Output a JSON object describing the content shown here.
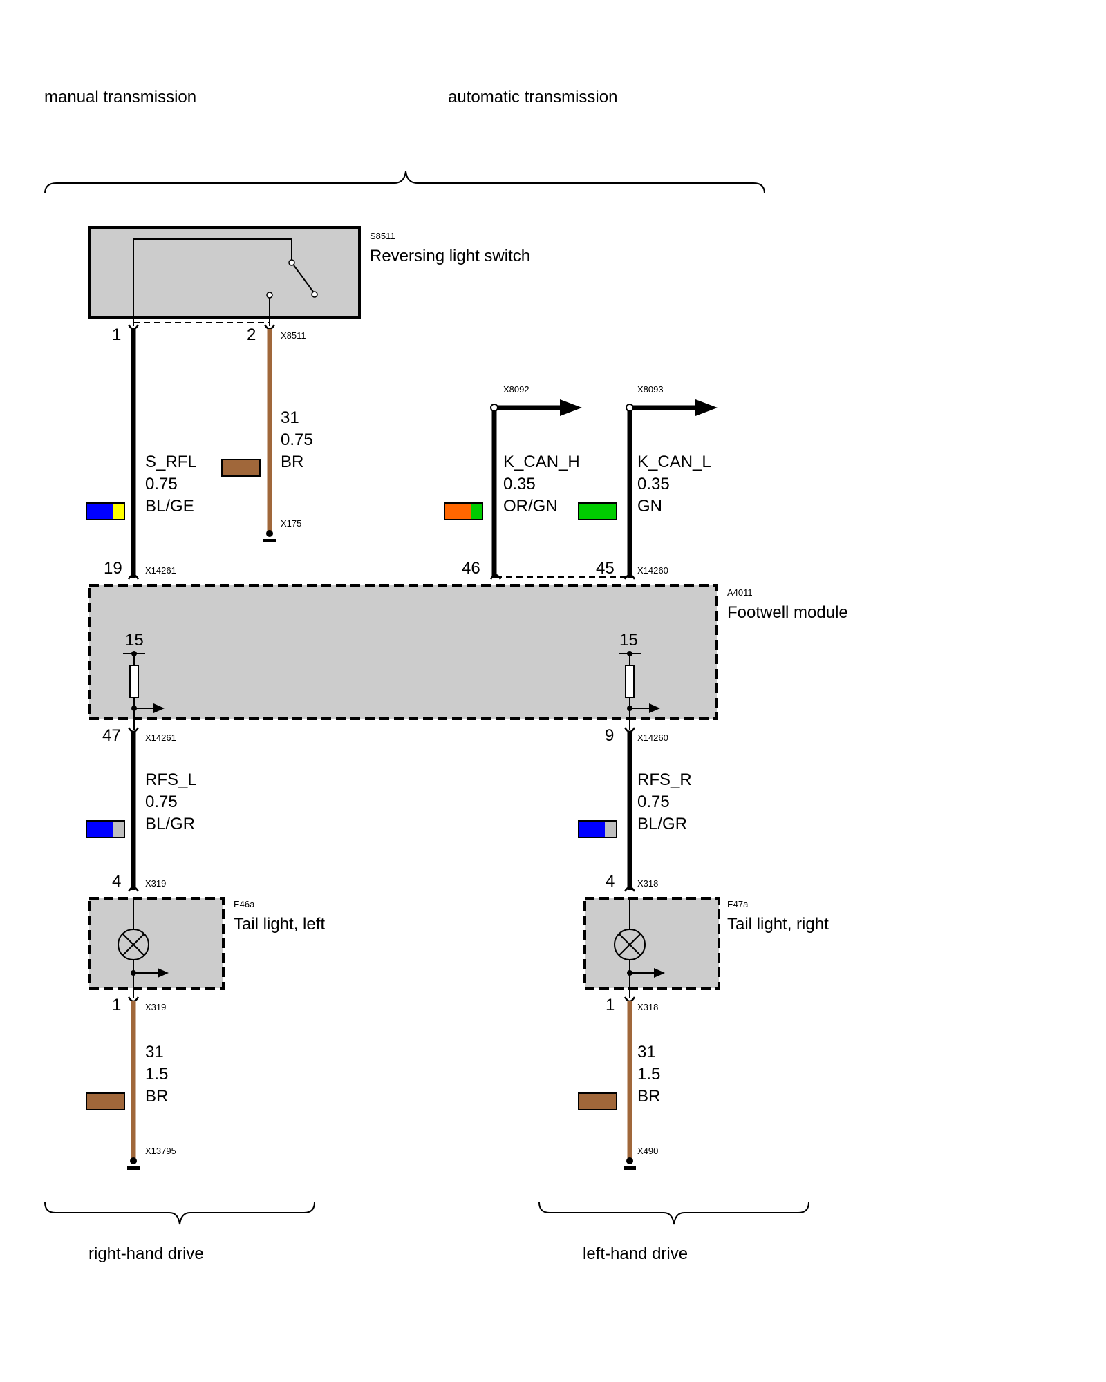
{
  "headers": {
    "manual": "manual transmission",
    "automatic": "automatic transmission",
    "right_hand": "right-hand drive",
    "left_hand": "left-hand drive"
  },
  "components": {
    "switch": {
      "id": "S8511",
      "name": "Reversing light switch"
    },
    "footwell": {
      "id": "A4011",
      "name": "Footwell module"
    },
    "tail_left": {
      "id": "E46a",
      "name": "Tail light, left"
    },
    "tail_right": {
      "id": "E47a",
      "name": "Tail light, right"
    }
  },
  "connectors": {
    "x8511": "X8511",
    "x175": "X175",
    "x8092": "X8092",
    "x8093": "X8093",
    "x14261_top": "X14261",
    "x14260_top": "X14260",
    "x14261_bot": "X14261",
    "x14260_bot": "X14260",
    "x319_top": "X319",
    "x318_top": "X318",
    "x319_bot": "X319",
    "x318_bot": "X318",
    "x13795": "X13795",
    "x490": "X490"
  },
  "pins": {
    "sw1": "1",
    "sw2": "2",
    "fm19": "19",
    "fm46": "46",
    "fm45": "45",
    "fm47": "47",
    "fm9": "9",
    "fm15_left": "15",
    "fm15_right": "15",
    "tl4": "4",
    "tr4": "4",
    "tl1": "1",
    "tr1": "1"
  },
  "wires": {
    "s_rfl": {
      "signal": "S_RFL",
      "size": "0.75",
      "color": "BL/GE",
      "swatch": [
        "#0000ff",
        "#ffff00"
      ]
    },
    "gnd_switch": {
      "signal": "31",
      "size": "0.75",
      "color": "BR",
      "swatch": [
        "#a0673a"
      ]
    },
    "k_can_h": {
      "signal": "K_CAN_H",
      "size": "0.35",
      "color": "OR/GN",
      "swatch": [
        "#ff6600",
        "#00cc00"
      ]
    },
    "k_can_l": {
      "signal": "K_CAN_L",
      "size": "0.35",
      "color": "GN",
      "swatch": [
        "#00cc00"
      ]
    },
    "rfs_l": {
      "signal": "RFS_L",
      "size": "0.75",
      "color": "BL/GR",
      "swatch": [
        "#0000ff",
        "#bfbfbf"
      ]
    },
    "rfs_r": {
      "signal": "RFS_R",
      "size": "0.75",
      "color": "BL/GR",
      "swatch": [
        "#0000ff",
        "#bfbfbf"
      ]
    },
    "gnd_left": {
      "signal": "31",
      "size": "1.5",
      "color": "BR",
      "swatch": [
        "#a0673a"
      ]
    },
    "gnd_right": {
      "signal": "31",
      "size": "1.5",
      "color": "BR",
      "swatch": [
        "#a0673a"
      ]
    }
  },
  "colors": {
    "component_fill": "#cccccc",
    "wire_black": "#000000",
    "wire_brown": "#a0673a"
  }
}
